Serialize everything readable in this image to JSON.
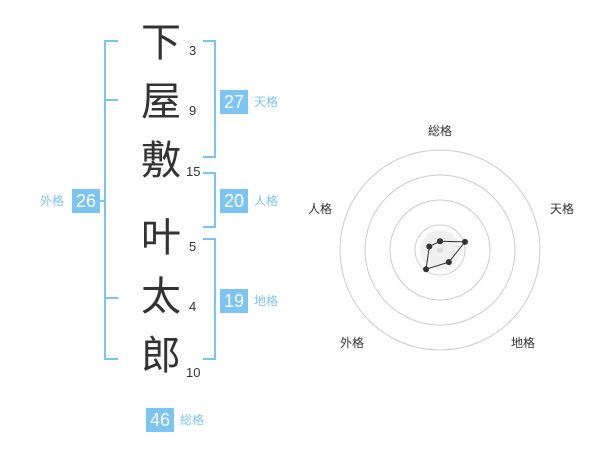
{
  "name": {
    "characters": [
      "下",
      "屋",
      "敷",
      "叶",
      "太",
      "郎"
    ],
    "strokes": [
      "3",
      "9",
      "15",
      "5",
      "4",
      "10"
    ]
  },
  "fortune": {
    "tenkaku": {
      "value": "27",
      "label": "天格"
    },
    "jinkaku": {
      "value": "20",
      "label": "人格"
    },
    "chikaku": {
      "value": "19",
      "label": "地格"
    },
    "gaikaku": {
      "value": "26",
      "label": "外格"
    },
    "soukaku": {
      "value": "46",
      "label": "総格"
    }
  },
  "radar": {
    "axes": [
      "総格",
      "天格",
      "地格",
      "外格",
      "人格"
    ],
    "levels": 4,
    "values": [
      0.35,
      1.05,
      0.6,
      0.95,
      0.45
    ],
    "colors": {
      "ring": "#cccccc",
      "polygon": "#333333",
      "center": "#dddddd"
    }
  }
}
